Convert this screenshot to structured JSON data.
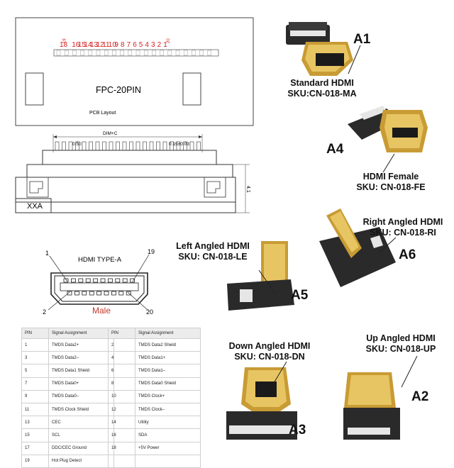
{
  "pcb": {
    "pin_numbers": [
      "18",
      "19",
      "16",
      "15",
      "14",
      "13",
      "12",
      "11",
      "10",
      "9",
      "8",
      "7",
      "6",
      "5",
      "4",
      "3",
      "2",
      "1",
      "20"
    ],
    "title": "FPC-20PIN",
    "subtitle": "PCB Layout"
  },
  "side_drawing": {
    "dim_top": "DIM+C",
    "dim_left": "0.50",
    "dim_right": "0.15±0.03",
    "dim_height": "4.1",
    "part_code": "XXA"
  },
  "hdmi_diagram": {
    "title": "HDMI TYPE-A",
    "pin_1": "1",
    "pin_19": "19",
    "pin_2": "2",
    "pin_20": "20",
    "gender": "Male"
  },
  "products": [
    {
      "id": "A1",
      "line1": "Standard HDMI",
      "line2": "SKU:CN-018-MA"
    },
    {
      "id": "A4",
      "line1": "HDMI Female",
      "line2": "SKU: CN-018-FE"
    },
    {
      "id": "A6",
      "line1": "Right Angled HDMI",
      "line2": "SKU: CN-018-RI"
    },
    {
      "id": "A5",
      "line1": "Left Angled HDMI",
      "line2": "SKU: CN-018-LE"
    },
    {
      "id": "A3",
      "line1": "Down Angled HDMI",
      "line2": "SKU: CN-018-DN"
    },
    {
      "id": "A2",
      "line1": "Up Angled HDMI",
      "line2": "SKU: CN-018-UP"
    }
  ],
  "pin_table": {
    "headers": [
      "PIN",
      "Signal Assignment",
      "PIN",
      "Signal Assignment"
    ],
    "rows": [
      [
        "1",
        "TMDS Data2+",
        "2",
        "TMDS Data2 Shield"
      ],
      [
        "3",
        "TMDS Data2–",
        "4",
        "TMDS Data1+"
      ],
      [
        "5",
        "TMDS Data1 Shield",
        "6",
        "TMDS Data1–"
      ],
      [
        "7",
        "TMDS Data0+",
        "8",
        "TMDS Data0 Shield"
      ],
      [
        "9",
        "TMDS Data0–",
        "10",
        "TMDS Clock+"
      ],
      [
        "11",
        "TMDS Clock Shield",
        "12",
        "TMDS Clock–"
      ],
      [
        "13",
        "CEC",
        "14",
        "Utility"
      ],
      [
        "15",
        "SCL",
        "16",
        "SDA"
      ],
      [
        "17",
        "DDC/CEC Ground",
        "18",
        "+5V Power"
      ],
      [
        "19",
        "Hot Plug Detect",
        "",
        ""
      ]
    ]
  },
  "colors": {
    "pin_number_red": "#d42020",
    "male_label": "#c0392b",
    "gold": "#d9b44a",
    "pcb_black": "#2a2a2a"
  }
}
